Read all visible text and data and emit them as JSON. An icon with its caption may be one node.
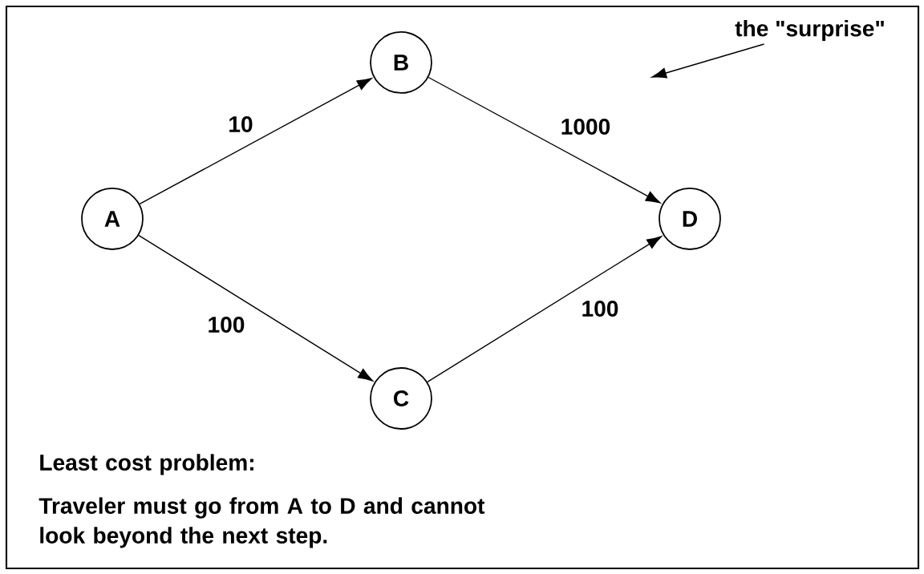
{
  "diagram": {
    "nodes": [
      {
        "text": [
          "A"
        ]
      },
      {
        "text": [
          "B"
        ]
      },
      {
        "text": [
          "C"
        ]
      },
      {
        "text": [
          "D"
        ]
      },
      {
        "text": [
          "the \"surprise\""
        ]
      }
    ],
    "edges": [
      {
        "from": 0,
        "to": 1,
        "arrow": "to",
        "label": "10"
      },
      {
        "from": 1,
        "to": 3,
        "arrow": "to",
        "label": "1000"
      },
      {
        "from": 0,
        "to": 2,
        "arrow": "to",
        "label": "100"
      },
      {
        "from": 2,
        "to": 3,
        "arrow": "to",
        "label": "100"
      },
      {
        "from": 4,
        "to": null,
        "arrow": "to"
      }
    ],
    "labels": [
      "Least cost problem:",
      "Traveler must go from A to D and cannot look beyond the next step."
    ]
  }
}
